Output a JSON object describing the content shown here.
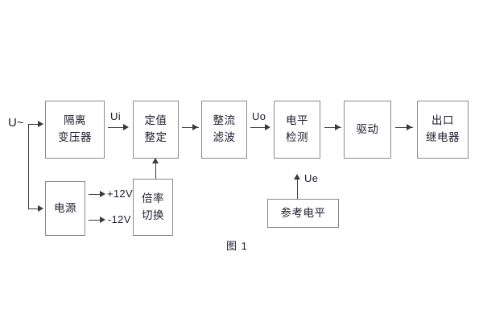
{
  "diagram": {
    "caption": "图 1",
    "input_label": "U~",
    "blocks": [
      {
        "id": "isolation-transformer",
        "lines": [
          "隔离",
          "变压器"
        ]
      },
      {
        "id": "setting-value",
        "lines": [
          "定值",
          "整定"
        ]
      },
      {
        "id": "rectify-filter",
        "lines": [
          "整流",
          "滤波"
        ]
      },
      {
        "id": "level-detection",
        "lines": [
          "电平",
          "检测"
        ]
      },
      {
        "id": "drive",
        "lines": [
          "驱动"
        ]
      },
      {
        "id": "output-relay",
        "lines": [
          "出口",
          "继电器"
        ]
      },
      {
        "id": "power-supply",
        "lines": [
          "电源"
        ]
      },
      {
        "id": "multiplier-switch",
        "lines": [
          "倍率",
          "切换"
        ]
      },
      {
        "id": "reference-level",
        "lines": [
          "参考电平"
        ]
      }
    ],
    "signal_labels": {
      "ui": "Ui",
      "uo": "Uo",
      "ue": "Ue",
      "rail_positive": "+12V",
      "rail_negative": "-12V"
    }
  },
  "colors": {
    "block_border": "#8a8a8a",
    "line": "#3a3a3a",
    "text": "#1c1c2e",
    "background": "#ffffff"
  }
}
